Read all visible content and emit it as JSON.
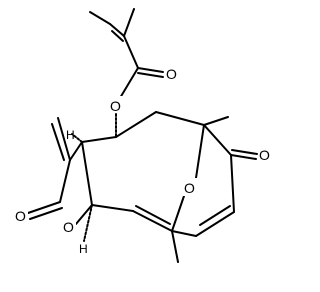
{
  "molecule": {
    "atoms": {
      "ester_o": "O",
      "carbonyl_o_top": "O",
      "ketone_o": "O",
      "bridge_o": "O",
      "lactone_carbonyl_o": "O",
      "ring_o": "O",
      "h_top": "H",
      "h_bottom": "H"
    }
  }
}
